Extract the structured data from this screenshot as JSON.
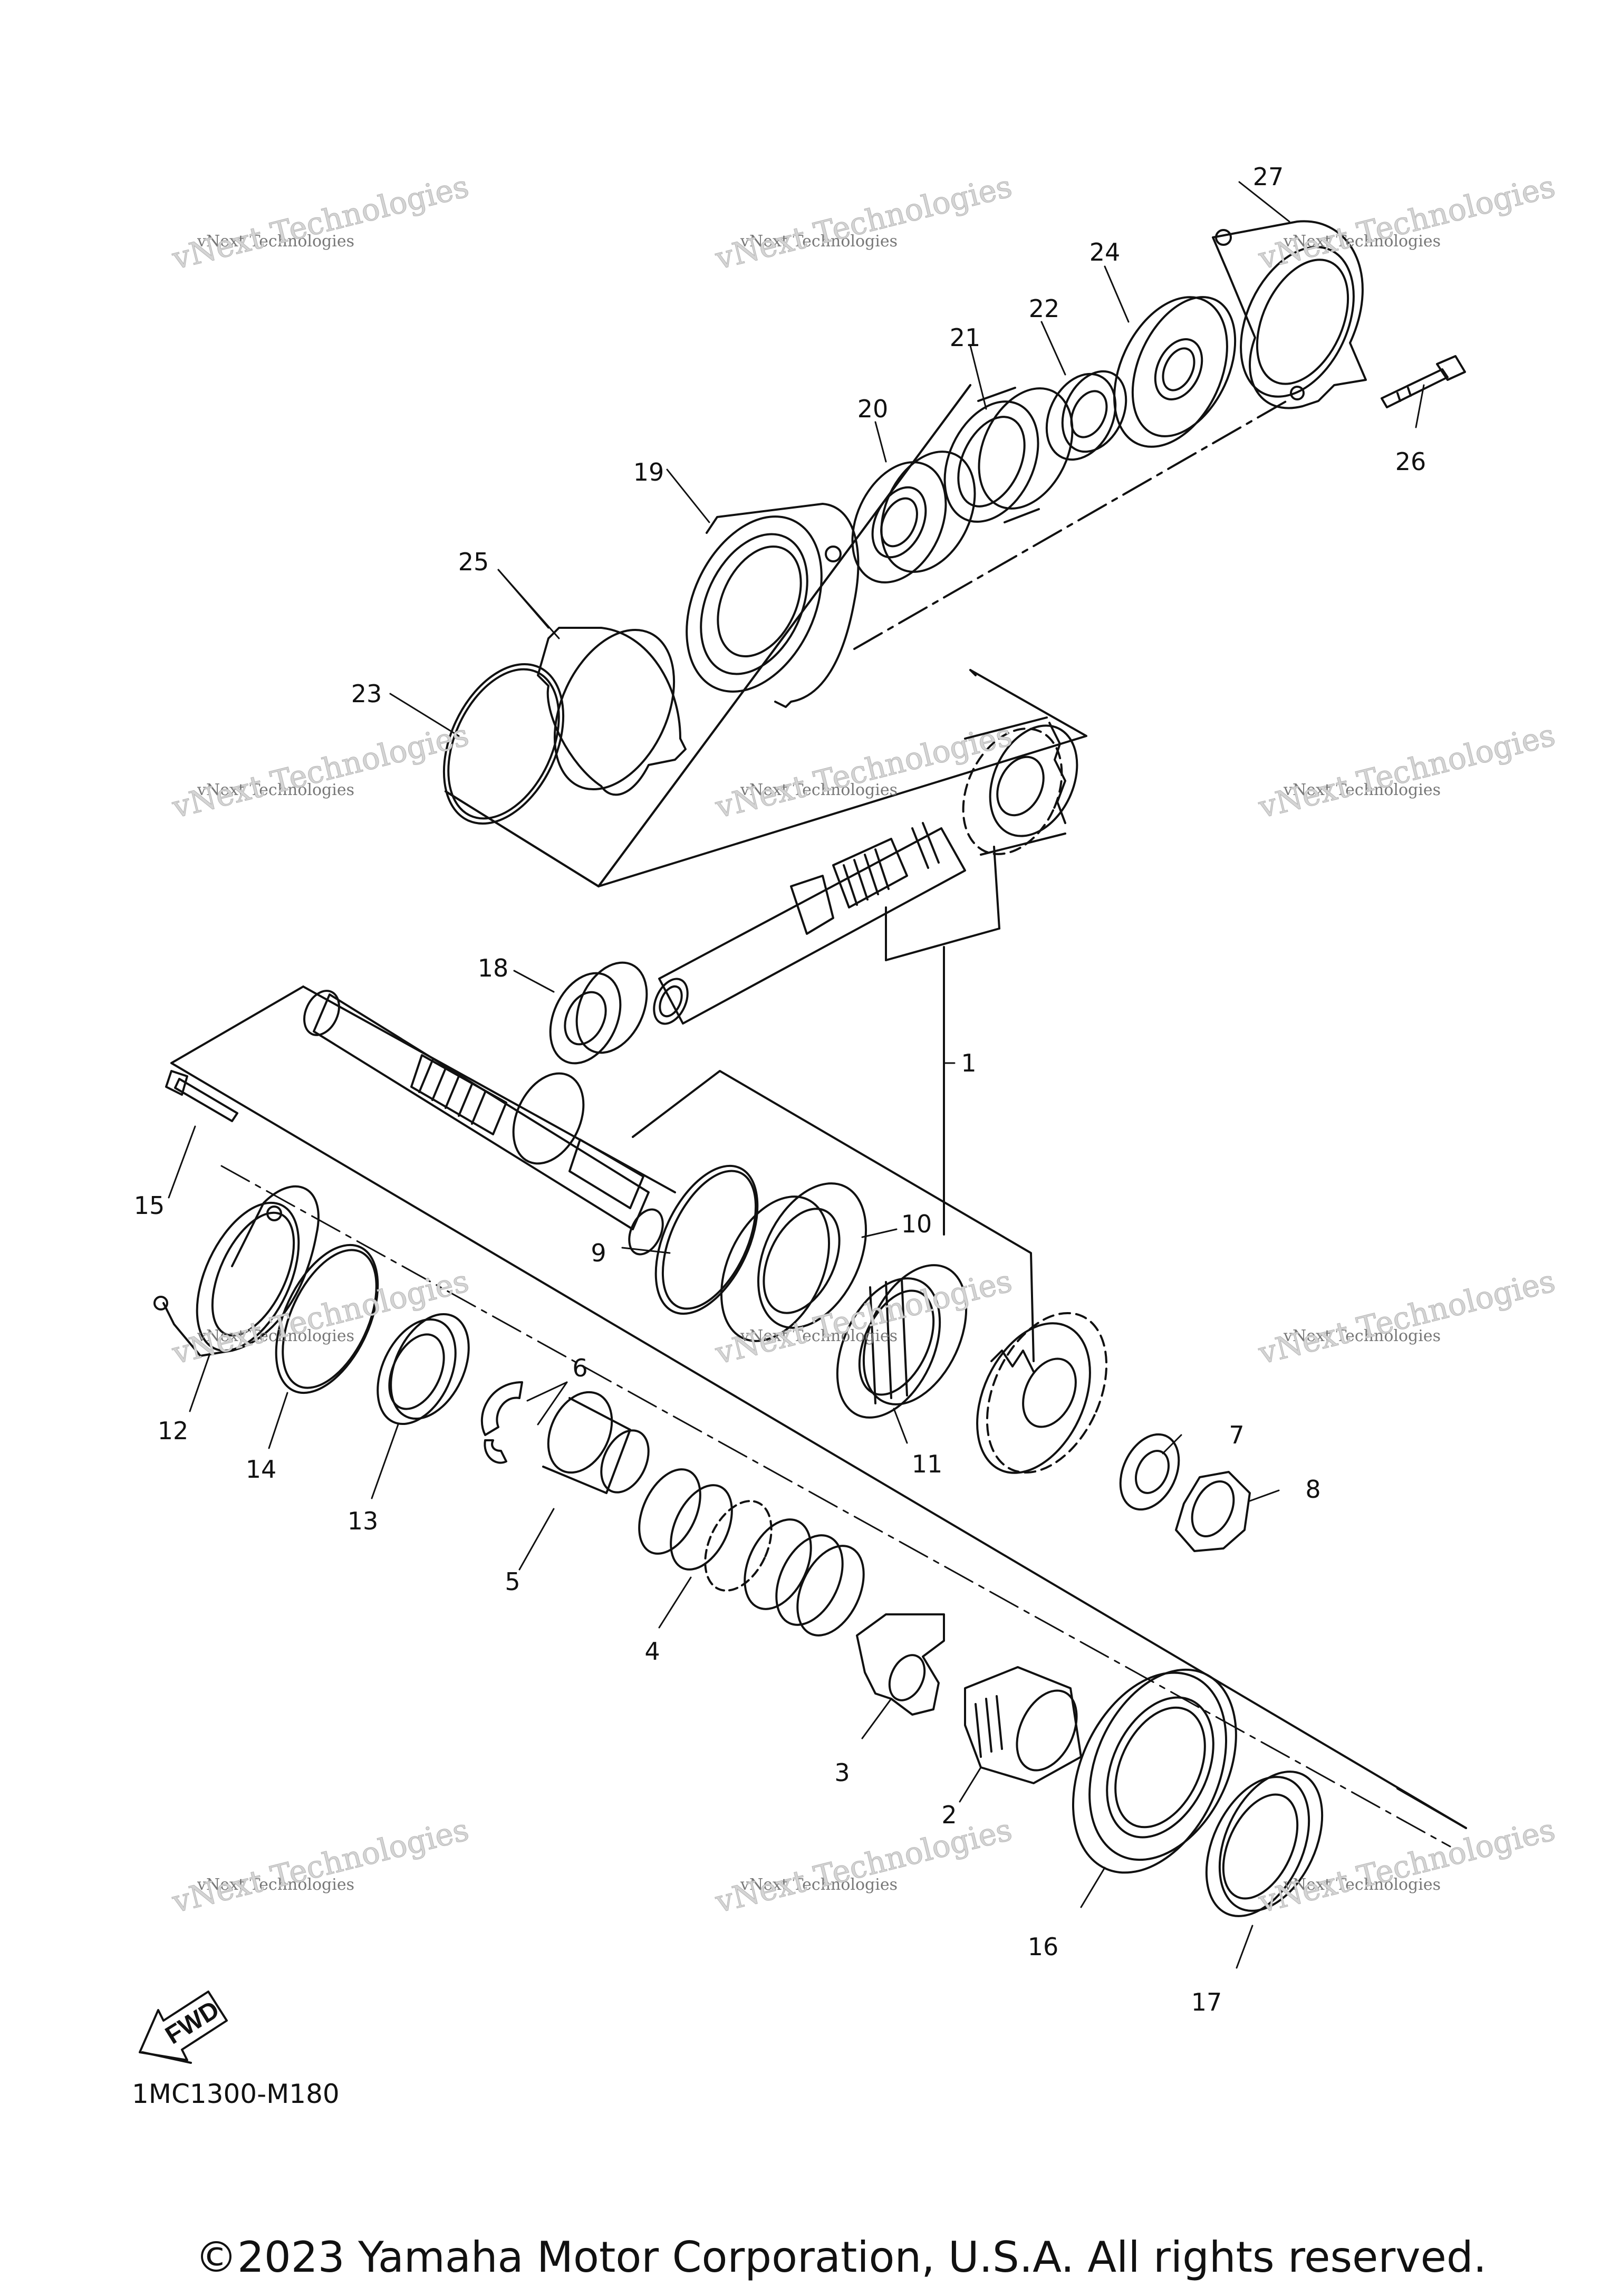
{
  "diagram": {
    "part_labels": [
      "1",
      "2",
      "3",
      "4",
      "5",
      "6",
      "7",
      "8",
      "9",
      "10",
      "11",
      "12",
      "13",
      "14",
      "15",
      "16",
      "17",
      "18",
      "19",
      "20",
      "21",
      "22",
      "23",
      "24",
      "25",
      "26",
      "27"
    ],
    "watermark": {
      "line1": "vNext Technologies",
      "line2": "vNext Technologies"
    },
    "fwd_arrow_text": "FWD",
    "diagram_code": "1MC1300-M180",
    "copyright": "©2023 Yamaha Motor Corporation, U.S.A. All rights reserved."
  },
  "colors": {
    "line": "#111111",
    "watermark": "#b5b5b5"
  }
}
